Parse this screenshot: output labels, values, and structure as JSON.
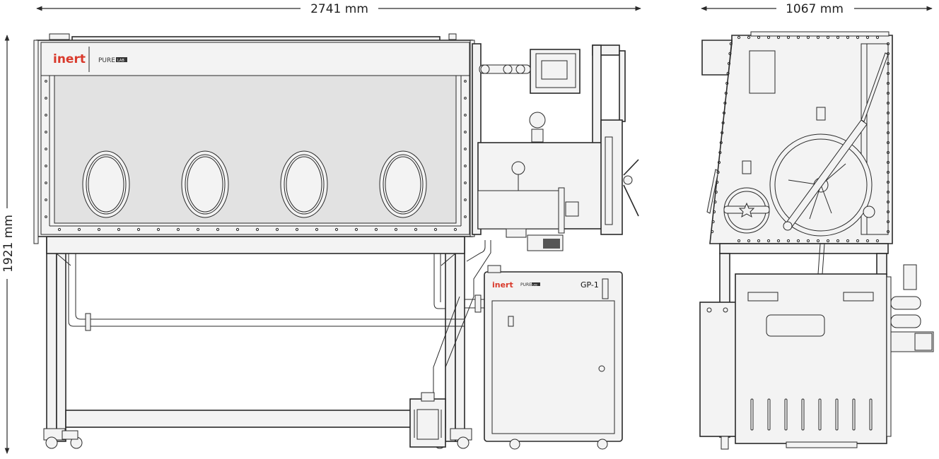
{
  "dimensions": {
    "front_width": "2741 mm",
    "side_depth": "1067 mm",
    "height": "1921 mm"
  },
  "branding": {
    "logo": "inert",
    "product_line": "PURE",
    "product_badge": "LAB"
  },
  "purifier": {
    "logo": "inert",
    "product_line": "PURE",
    "product_badge": "LAB",
    "model_label": "GP-1"
  },
  "colors": {
    "line": "#2a2a2a",
    "panel": "#f3f3f3",
    "window": "#e2e2e2",
    "logo": "#d9392b"
  }
}
